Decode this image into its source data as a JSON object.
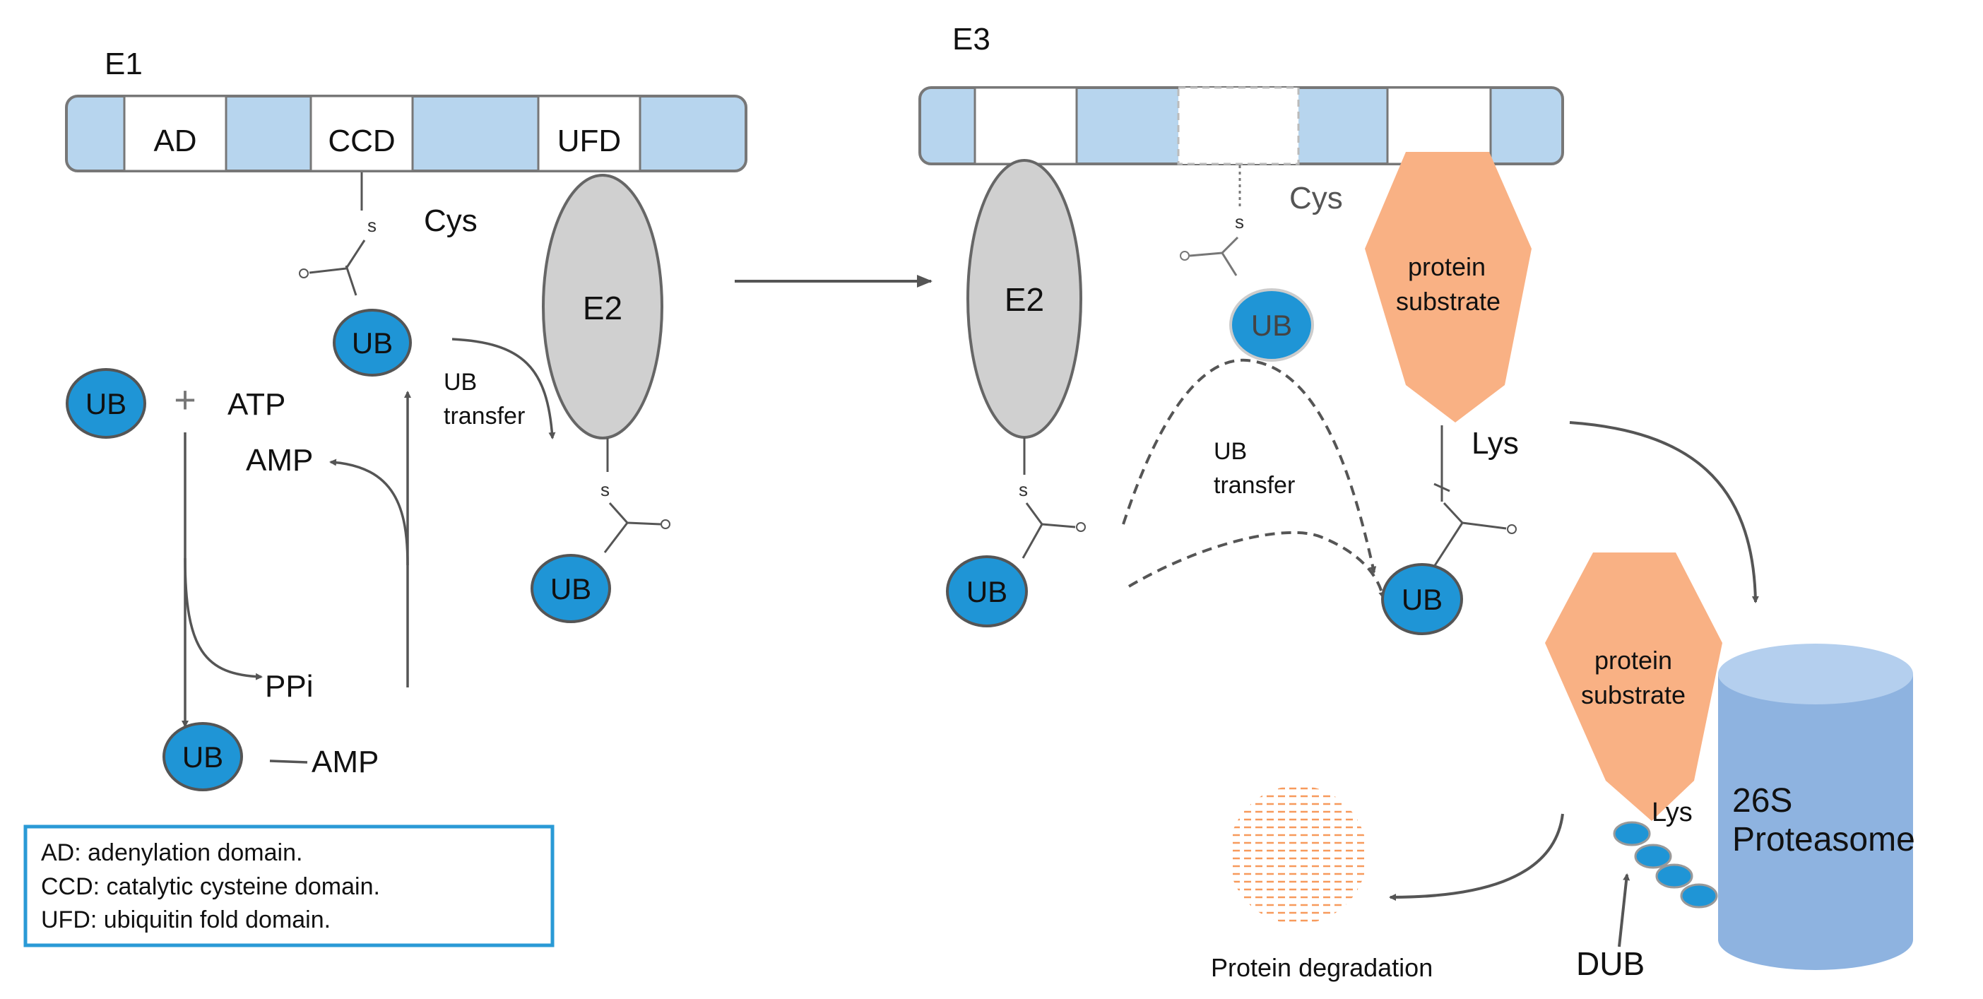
{
  "e1": {
    "title": "E1",
    "domains": [
      "AD",
      "CCD",
      "UFD"
    ],
    "cys_label": "Cys",
    "s_label": "s"
  },
  "e2": {
    "label": "E2",
    "s_label": "s"
  },
  "e3": {
    "title": "E3",
    "cys_label": "Cys",
    "s_label": "s"
  },
  "ub": "UB",
  "reaction": {
    "plus": "+",
    "atp": "ATP",
    "amp": "AMP",
    "ppi": "PPi",
    "ub_amp_amp": "AMP"
  },
  "transfer_label": [
    "UB",
    "transfer"
  ],
  "substrate": {
    "line1": "protein",
    "line2": "substrate",
    "lys": "Lys"
  },
  "proteasome": {
    "line1": "26S",
    "line2": "Proteasome"
  },
  "dub": "DUB",
  "degradation": "Protein degradation",
  "legend": [
    "AD: adenylation domain.",
    "CCD: catalytic cysteine domain.",
    "UFD: ubiquitin fold domain."
  ],
  "colors": {
    "domain_fill": "#b7d5ee",
    "ub_fill": "#1f95d6",
    "e2_fill": "#d0d0d0",
    "substrate_fill": "#f9b184",
    "proteasome_fill": "#8eb3e0",
    "legend_border": "#2a9ad6",
    "degradation": "#f79a5c"
  }
}
